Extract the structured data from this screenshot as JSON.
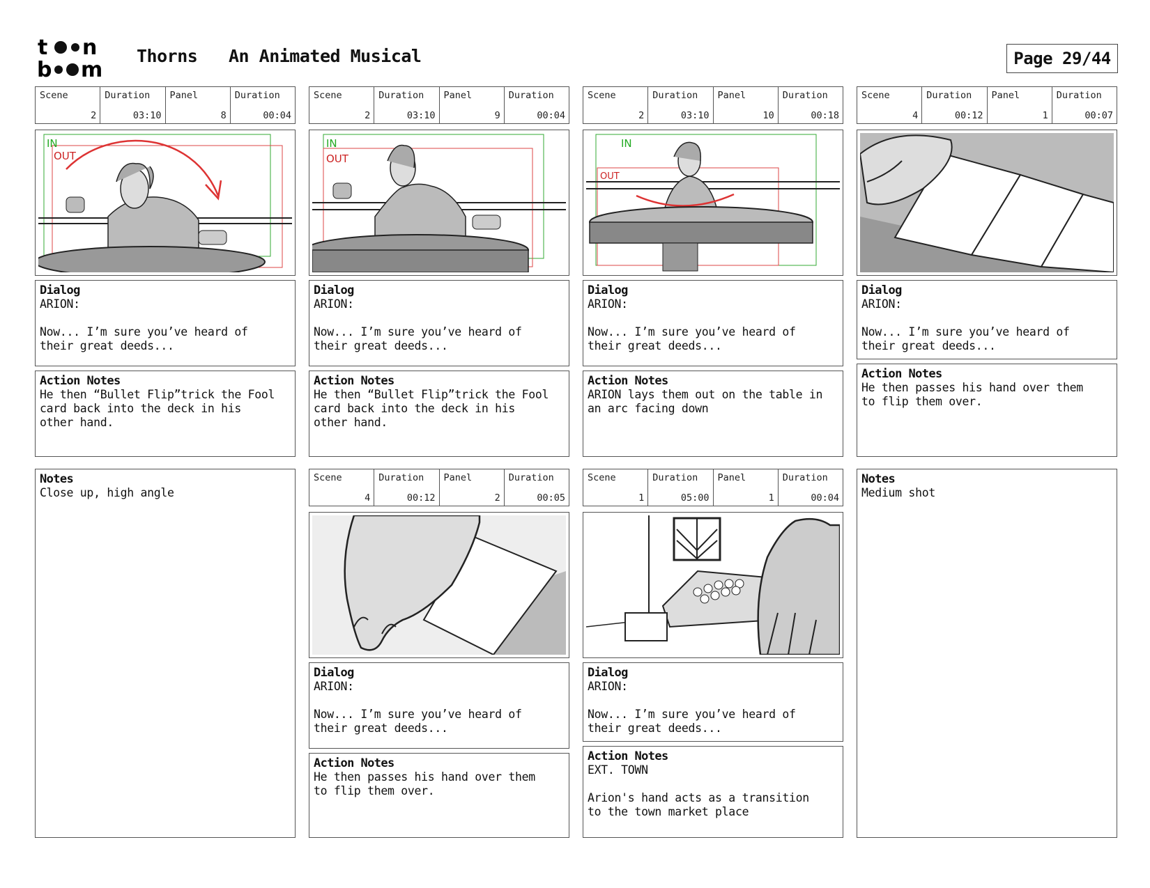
{
  "header": {
    "logo_top": "to",
    "logo_bottom": "bo",
    "show_title": "Thorns",
    "show_subtitle": "An Animated Musical",
    "page_label": "Page 29/44"
  },
  "labels": {
    "scene": "Scene",
    "duration": "Duration",
    "panel": "Panel",
    "dialog": "Dialog",
    "action_notes": "Action Notes",
    "notes": "Notes",
    "in": "IN",
    "out": "OUT"
  },
  "panels": [
    {
      "scene": "2",
      "scene_duration": "03:10",
      "panel": "8",
      "panel_duration": "00:04",
      "dialog": "ARION:\n\nNow... I’m sure you’ve heard of\ntheir great deeds...",
      "action": "He then “Bullet Flip”trick the Fool\ncard back into the deck in his\nother hand."
    },
    {
      "scene": "2",
      "scene_duration": "03:10",
      "panel": "9",
      "panel_duration": "00:04",
      "dialog": "ARION:\n\nNow... I’m sure you’ve heard of\ntheir great deeds...",
      "action": "He then “Bullet Flip”trick the Fool\ncard back into the deck in his\nother hand."
    },
    {
      "scene": "2",
      "scene_duration": "03:10",
      "panel": "10",
      "panel_duration": "00:18",
      "dialog": "ARION:\n\nNow... I’m sure you’ve heard of\ntheir great deeds...",
      "action": "ARION lays them out on the table in\nan arc facing down"
    },
    {
      "scene": "4",
      "scene_duration": "00:12",
      "panel": "1",
      "panel_duration": "00:07",
      "dialog": "ARION:\n\nNow... I’m sure you’ve heard of\ntheir great deeds...",
      "action": "He then passes his hand over them\nto flip them over."
    },
    {
      "scene": "4",
      "scene_duration": "00:12",
      "panel": "2",
      "panel_duration": "00:05",
      "dialog": "ARION:\n\nNow... I’m sure you’ve heard of\ntheir great deeds...",
      "action": "He then passes his hand over them\nto flip them over."
    },
    {
      "scene": "1",
      "scene_duration": "05:00",
      "panel": "1",
      "panel_duration": "00:04",
      "dialog": "ARION:\n\nNow... I’m sure you’ve heard of\ntheir great deeds...",
      "action": "EXT. TOWN\n\nArion's hand acts as a transition\nto the town market place"
    }
  ],
  "notes": [
    {
      "text": "Close up, high angle"
    },
    {
      "text": "Medium shot"
    }
  ]
}
